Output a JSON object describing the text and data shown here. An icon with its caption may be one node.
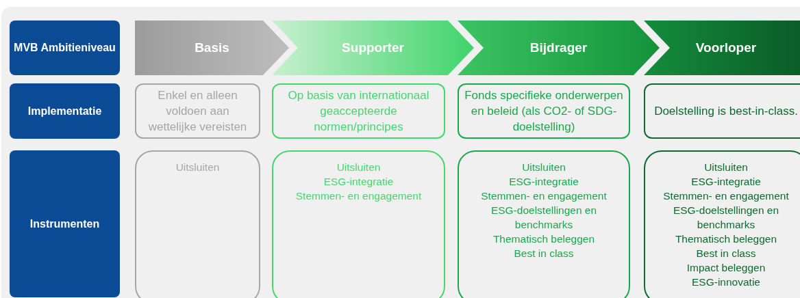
{
  "diagram": {
    "nodes": [
      {
        "text": [
          "MVB Ambitieniveau"
        ]
      },
      {
        "text": [
          "Basis"
        ]
      },
      {
        "text": [
          "Supporter"
        ]
      },
      {
        "text": [
          "Bijdrager"
        ]
      },
      {
        "text": [
          "Voorloper"
        ]
      },
      {
        "text": [
          "Implementatie"
        ]
      },
      {
        "text": [
          "Enkel en alleen voldoen aan wettelijke vereisten"
        ]
      },
      {
        "text": [
          "Op basis van internationaal geaccepteerde normen/principes"
        ]
      },
      {
        "text": [
          "Fonds specifieke onderwerpen en beleid (als CO2- of SDG- doelstelling)"
        ]
      },
      {
        "text": [
          "Doelstelling is best-in-class."
        ]
      },
      {
        "text": [
          "Instrumenten"
        ]
      },
      {
        "text": [
          "Uitsluiten"
        ]
      },
      {
        "text": [
          "Uitsluiten",
          "ESG-integratie",
          "Stemmen- en engagement"
        ]
      },
      {
        "text": [
          "Uitsluiten",
          "ESG-integratie",
          "Stemmen- en engagement",
          "ESG-doelstellingen en benchmarks",
          "Thematisch beleggen",
          "Best in class"
        ]
      },
      {
        "text": [
          "Uitsluiten",
          "ESG-integratie",
          "Stemmen- en engagement",
          "ESG-doelstellingen en benchmarks",
          "Thematisch beleggen",
          "Best in class",
          "Impact beleggen",
          "ESG-innovatie"
        ]
      }
    ],
    "edges": []
  }
}
